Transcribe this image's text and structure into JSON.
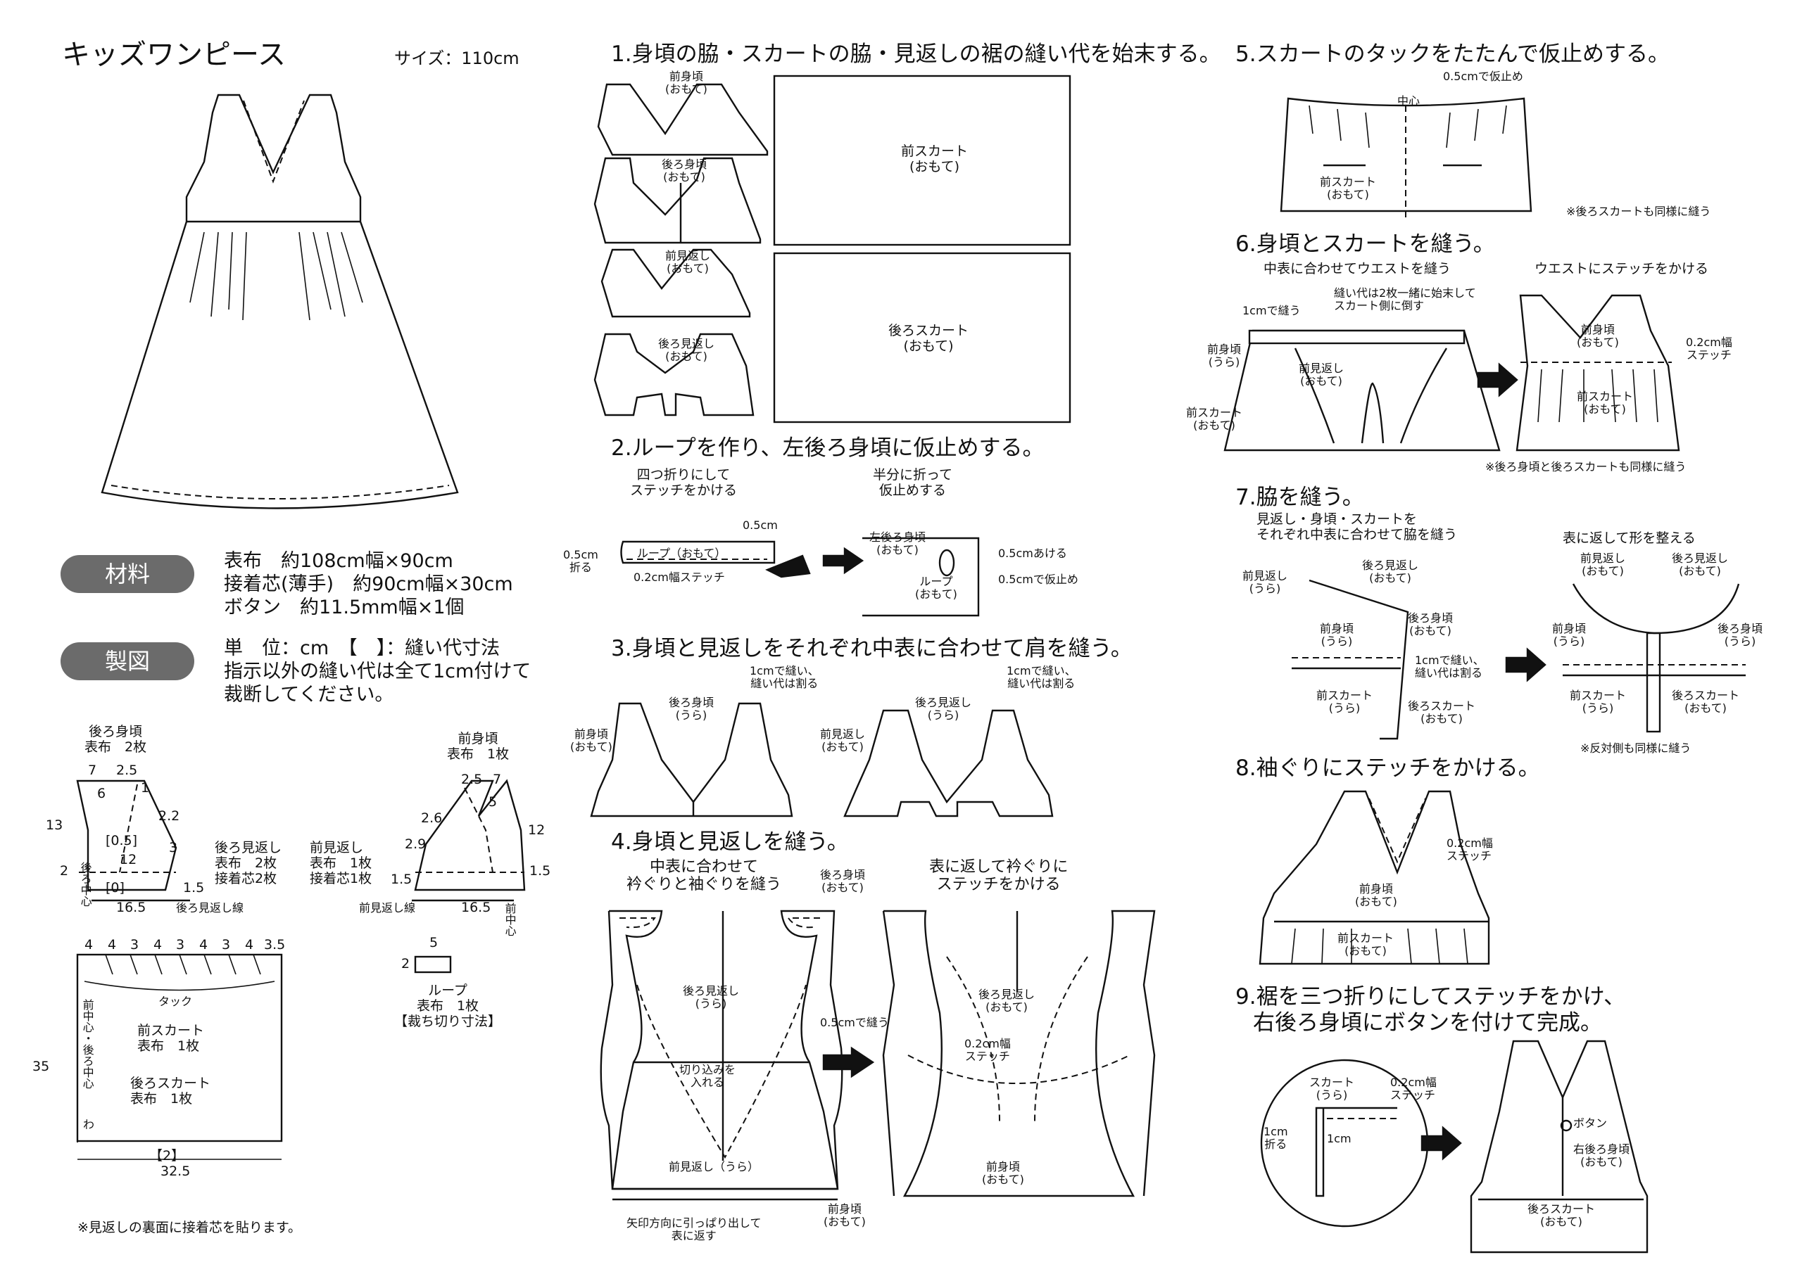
{
  "title": "キッズワンピース",
  "size": "サイズ：110cm",
  "materials": {
    "badge": "材料",
    "l1": "表布　約108cm幅×90cm",
    "l2": "接着芯(薄手)　約90cm幅×30cm",
    "l3": "ボタン　約11.5mm幅×1個"
  },
  "pattern": {
    "badge": "製図",
    "l1": "単　位：cm　【　】：縫い代寸法",
    "l2": "指示以外の縫い代は全て1cm付けて",
    "l3": "裁断してください。",
    "back_bodice": "後ろ身頃\n表布　2枚",
    "front_bodice": "前身頃\n表布　1枚",
    "back_facing": "後ろ見返し\n表布　2枚\n接着芯2枚",
    "front_facing": "前見返し\n表布　1枚\n接着芯1枚",
    "back_facing_line": "後ろ見返し線",
    "front_facing_line": "前見返し線",
    "back_center": "後ろ中心",
    "front_center": "前中心",
    "front_skirt": "前スカート\n表布　1枚",
    "back_skirt": "後ろスカート\n表布　1枚",
    "skirt_center": "前中心・後ろ中心",
    "wa": "わ",
    "tuck": "タック",
    "loop": "ループ\n表布　1枚\n【裁ち切り寸法】",
    "n_7": "7",
    "n_2_5": "2.5",
    "n_6": "6",
    "n_1": "1",
    "n_2_2": "2.2",
    "n_13": "13",
    "n_05b": "[0.5]",
    "n_3": "3",
    "n_12": "12",
    "n_2": "2",
    "n_0": "[0]",
    "n_16_5": "16.5",
    "n_1_5": "1.5",
    "n_2_6": "2.6",
    "n_5": "5",
    "n_2_9": "2.9",
    "tucks": [
      "4",
      "4",
      "3",
      "4",
      "3",
      "4",
      "3",
      "4",
      "3.5"
    ],
    "n_35": "35",
    "n_32_5": "32.5",
    "n_2b": "【2】",
    "loop_5": "5",
    "loop_2": "2"
  },
  "note": "※見返しの裏面に接着芯を貼ります。",
  "steps": {
    "s1": "1.身頃の脇・スカートの脇・見返しの裾の縫い代を始末する。",
    "s2": "2.ループを作り、左後ろ身頃に仮止めする。",
    "s3": "3.身頃と見返しをそれぞれ中表に合わせて肩を縫う。",
    "s4": "4.身頃と見返しを縫う。",
    "s5": "5.スカートのタックをたたんで仮止めする。",
    "s6": "6.身頃とスカートを縫う。",
    "s7": "7.脇を縫う。",
    "s8": "8.袖ぐりにステッチをかける。",
    "s9": "9.裾を三つ折りにしてステッチをかけ、",
    "s9b": "右後ろ身頃にボタンを付けて完成。"
  },
  "labels": {
    "front_bodice_out": "前身頃\n(おもて)",
    "back_bodice_out": "後ろ身頃\n(おもて)",
    "front_facing_out": "前見返し\n(おもて)",
    "back_facing_out": "後ろ見返し\n(おもて)",
    "front_skirt_out": "前スカート\n(おもて)",
    "back_skirt_out": "後ろスカート\n(おもて)",
    "fold4": "四つ折りにして\nステッチをかける",
    "fold_half": "半分に折って\n仮止めする",
    "loop_out": "ループ（おもて）",
    "loop_05": "0.5cm",
    "loop_05fold": "0.5cm\n折る",
    "loop_stitch": "0.2cm幅ステッチ",
    "left_back": "左後ろ身頃\n(おもて)",
    "loop2": "ループ\n(おもて)",
    "gap05": "0.5cmあける",
    "tack05": "0.5cmで仮止め",
    "sew1cm": "1cmで縫い、\n縫い代は割る",
    "back_bodice_ura": "後ろ身頃\n(うら)",
    "back_facing_ura": "後ろ見返し\n(うら)",
    "s4_a": "中表に合わせて\n衿ぐりと袖ぐりを縫う",
    "s4_b": "表に返して衿ぐりに\nステッチをかける",
    "sew05": "0.5cmで縫う",
    "cut": "切り込みを\n入れる",
    "front_facing_ura": "前見返し（うら）",
    "pull": "矢印方向に引っぱり出して\n表に返す",
    "stitch02": "0.2cm幅\nステッチ",
    "tack05b": "0.5cmで仮止め",
    "center": "中心",
    "s5_note": "※後ろスカートも同様に縫う",
    "s6_a": "中表に合わせてウエストを縫う",
    "s6_b": "ウエストにステッチをかける",
    "s6_c": "縫い代は2枚一緒に始末して\nスカート側に倒す",
    "sew1": "1cmで縫う",
    "front_bodice_ura": "前身頃\n(うら)",
    "front_facing_ura2": "前見返し\n(おもて)",
    "s6_note": "※後ろ身頃と後ろスカートも同様に縫う",
    "s7_a": "見返し・身頃・スカートを\nそれぞれ中表に合わせて脇を縫う",
    "s7_b": "表に返して形を整える",
    "front_facing_ura3": "前見返し\n(うら)",
    "back_facing_ura3": "後ろ見返し\n(おもて)",
    "sew1c": "1cmで縫い、\n縫い代は割る",
    "front_skirt_ura": "前スカート\n(うら)",
    "back_skirt_out2": "後ろスカート\n(おもて)",
    "back_bodice_ura2": "後ろ身頃\n(うら)",
    "s7_note": "※反対側も同様に縫う",
    "stitch02b": "0.2cm幅\nステッチ",
    "skirt_ura": "スカート\n(うら)",
    "fold1": "1cm\n折る",
    "cm1": "1cm",
    "button": "ボタン",
    "right_back": "右後ろ身頃\n(おもて)"
  }
}
